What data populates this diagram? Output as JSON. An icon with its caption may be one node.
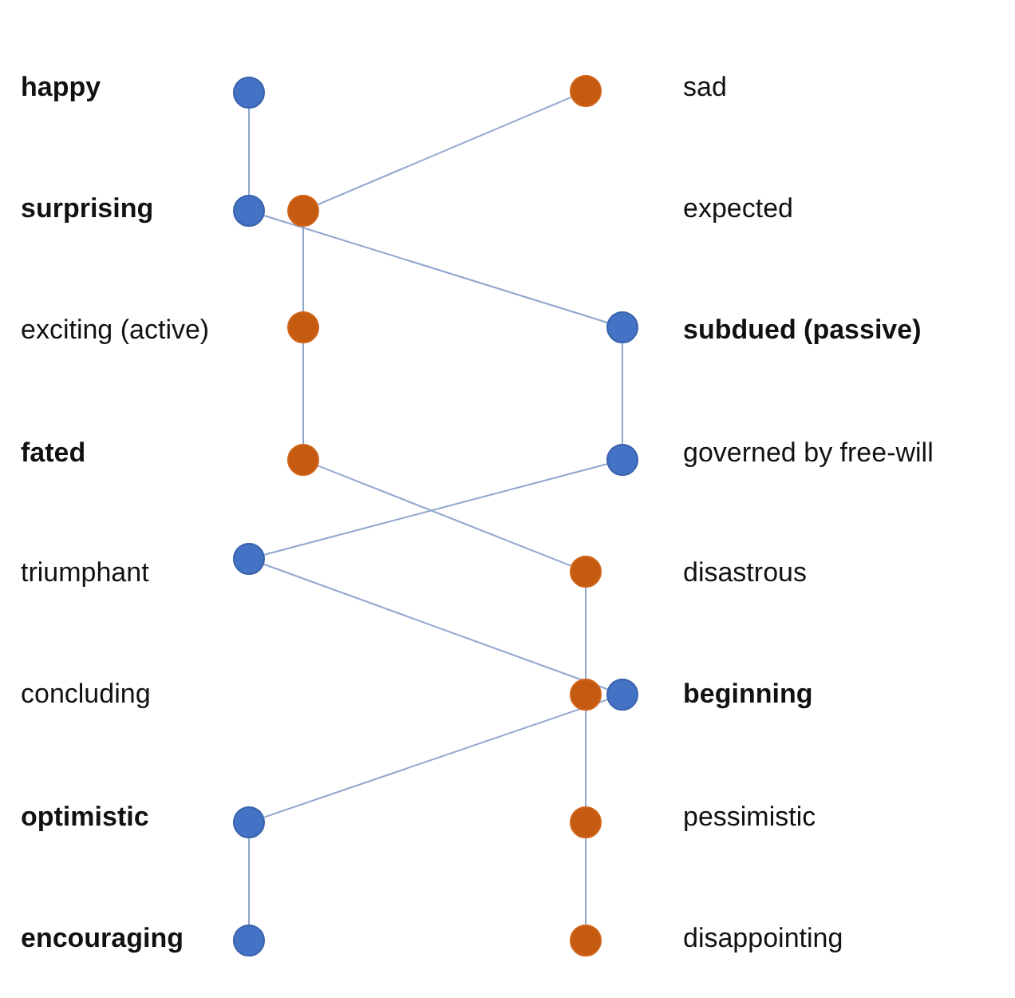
{
  "diagram": {
    "nodes": [
      {
        "text": [],
        "shape": "circle"
      },
      {
        "text": [],
        "shape": "circle"
      },
      {
        "text": [],
        "shape": "circle"
      },
      {
        "text": [],
        "shape": "circle"
      },
      {
        "text": [],
        "shape": "circle"
      },
      {
        "text": [],
        "shape": "circle"
      },
      {
        "text": [],
        "shape": "circle"
      },
      {
        "text": [],
        "shape": "circle"
      },
      {
        "text": [],
        "shape": "circle"
      },
      {
        "text": [],
        "shape": "circle"
      },
      {
        "text": [],
        "shape": "circle"
      },
      {
        "text": [],
        "shape": "circle"
      },
      {
        "text": [],
        "shape": "circle"
      },
      {
        "text": [],
        "shape": "circle"
      },
      {
        "text": [],
        "shape": "circle"
      },
      {
        "text": [],
        "shape": "circle"
      }
    ],
    "edges": [
      {
        "from": 0,
        "to": 2,
        "arrow": "none"
      },
      {
        "from": 2,
        "to": 5,
        "arrow": "none"
      },
      {
        "from": 5,
        "to": 7,
        "arrow": "none"
      },
      {
        "from": 7,
        "to": 8,
        "arrow": "none"
      },
      {
        "from": 8,
        "to": 11,
        "arrow": "none"
      },
      {
        "from": 11,
        "to": 12,
        "arrow": "none"
      },
      {
        "from": 12,
        "to": 14,
        "arrow": "none"
      },
      {
        "from": 1,
        "to": 3,
        "arrow": "none"
      },
      {
        "from": 3,
        "to": 4,
        "arrow": "none"
      },
      {
        "from": 4,
        "to": 6,
        "arrow": "none"
      },
      {
        "from": 6,
        "to": 9,
        "arrow": "none"
      },
      {
        "from": 9,
        "to": 10,
        "arrow": "none"
      },
      {
        "from": 10,
        "to": 13,
        "arrow": "none"
      },
      {
        "from": 13,
        "to": 15,
        "arrow": "none"
      }
    ],
    "labels": [
      "happy",
      "sad",
      "surprising",
      "expected",
      "exciting (active)",
      "subdued (passive)",
      "fated",
      "governed by free-will",
      "triumphant",
      "disastrous",
      "concluding",
      "beginning",
      "optimistic",
      "pessimistic",
      "encouraging",
      "disappointing"
    ]
  }
}
